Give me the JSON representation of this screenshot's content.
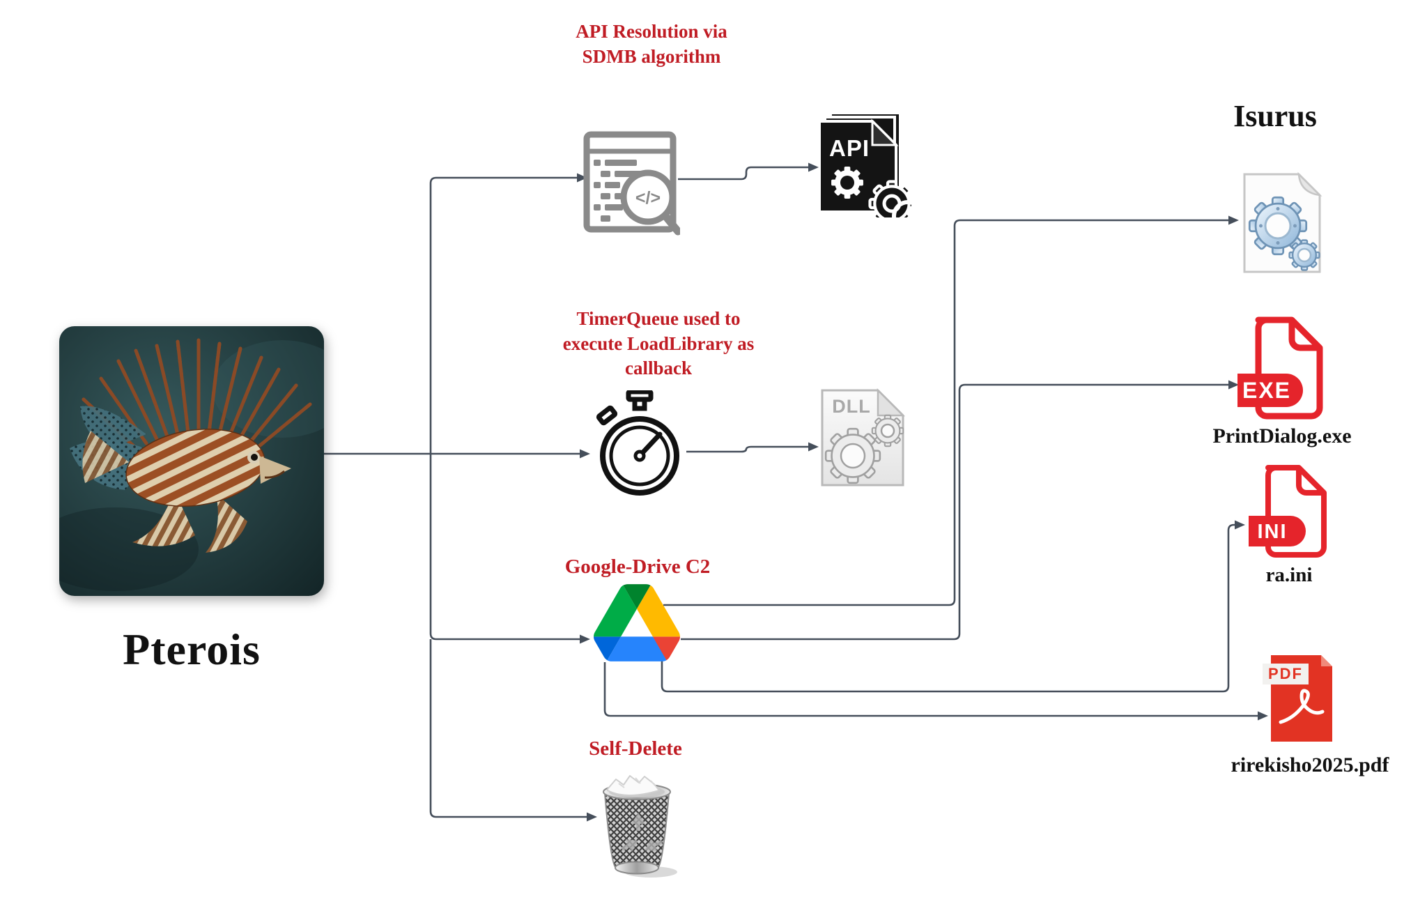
{
  "colors": {
    "annotation_red": "#c01c24",
    "connector": "#454e5a",
    "outline_file_red": "#e5242b",
    "pdf_red": "#e23323",
    "icon_gray": "#8a8a8a",
    "drive_palette": [
      "#0066da",
      "#00ac47",
      "#ea4335",
      "#00832d",
      "#2684fc",
      "#ffba00"
    ]
  },
  "source": {
    "name": "Pterois",
    "icon": "lionfish-photo"
  },
  "annotations": {
    "api_resolution": {
      "line1": "API Resolution via",
      "line2": "SDMB algorithm"
    },
    "timer_queue": {
      "line1": "TimerQueue used to",
      "line2": "execute LoadLibrary as",
      "line3": "callback"
    },
    "google_drive": {
      "line1": "Google-Drive C2"
    },
    "self_delete": {
      "line1": "Self-Delete"
    }
  },
  "nodes": {
    "code_review": {
      "icon": "code-scan-magnifier-icon",
      "glyph": "</>"
    },
    "api_doc": {
      "icon": "api-document-gears-icon",
      "badge": "API"
    },
    "stopwatch": {
      "icon": "stopwatch-icon"
    },
    "dll_file": {
      "icon": "dll-file-gears-icon",
      "badge": "DLL"
    },
    "google_drive": {
      "icon": "google-drive-logo"
    },
    "recycle_bin": {
      "icon": "full-recycle-bin-icon"
    },
    "isurus": {
      "title": "Isurus",
      "icon": "windows-dll-page-blue-gears-icon"
    },
    "exe_file": {
      "icon": "exe-file-icon",
      "badge": "EXE",
      "label": "PrintDialog.exe"
    },
    "ini_file": {
      "icon": "ini-file-icon",
      "badge": "INI",
      "label": "ra.ini"
    },
    "pdf_file": {
      "icon": "pdf-file-icon",
      "badge": "PDF",
      "label": "rirekisho2025.pdf"
    }
  }
}
